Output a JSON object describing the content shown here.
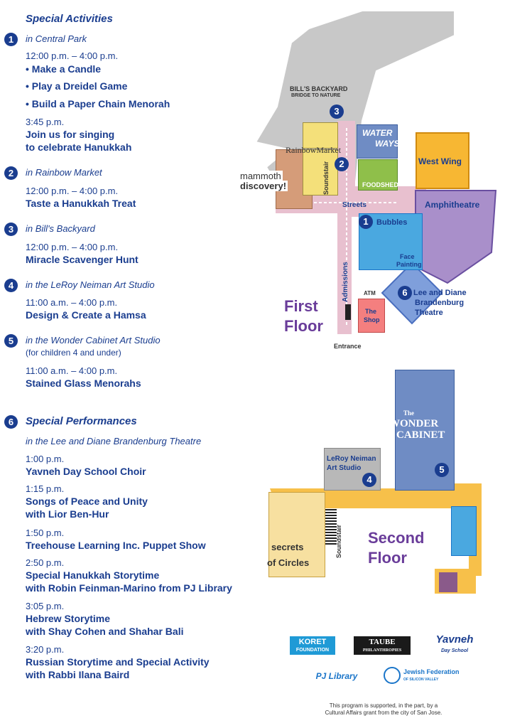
{
  "activities": {
    "title": "Special Activities",
    "sections": [
      {
        "num": "1",
        "location": "in Central Park"
      },
      {
        "num": "2",
        "location": "in Rainbow Market"
      },
      {
        "num": "3",
        "location": "in Bill's Backyard"
      },
      {
        "num": "4",
        "location": "in the LeRoy Neiman Art Studio"
      },
      {
        "num": "5",
        "location": "in the Wonder Cabinet Art Studio"
      }
    ],
    "central_park": {
      "time1": "12:00 p.m. – 4:00 p.m.",
      "bullets": [
        "• Make a Candle",
        "• Play a Dreidel Game",
        "• Build a Paper Chain Menorah"
      ],
      "time2": "3:45 p.m.",
      "activity2_line1": "Join us for singing",
      "activity2_line2": "to celebrate Hanukkah"
    },
    "rainbow_market": {
      "time": "12:00 p.m. – 4:00 p.m.",
      "activity": "Taste a Hanukkah Treat"
    },
    "bills_backyard": {
      "time": "12:00 p.m. – 4:00 p.m.",
      "activity": "Miracle Scavenger Hunt"
    },
    "leroy": {
      "time": "11:00 a.m. – 4:00 p.m.",
      "activity": "Design & Create a Hamsa"
    },
    "wonder": {
      "note": "(for children 4 and under)",
      "time": "11:00 a.m. – 4:00 p.m.",
      "activity": "Stained Glass Menorahs"
    }
  },
  "performances": {
    "num": "6",
    "title": "Special Performances",
    "location": "in the Lee and Diane Brandenburg Theatre",
    "items": [
      {
        "time": "1:00 p.m.",
        "line1": "Yavneh Day School Choir",
        "line2": ""
      },
      {
        "time": "1:15 p.m.",
        "line1": "Songs of Peace and Unity",
        "line2": "with Lior Ben-Hur"
      },
      {
        "time": "1:50 p.m.",
        "line1": "Treehouse Learning Inc. Puppet Show",
        "line2": ""
      },
      {
        "time": "2:50 p.m.",
        "line1": "Special Hanukkah Storytime",
        "line2": "with Robin Feinman-Marino from PJ Library"
      },
      {
        "time": "3:05 p.m.",
        "line1": "Hebrew Storytime",
        "line2": "with Shay Cohen and Shahar Bali"
      },
      {
        "time": "3:20 p.m.",
        "line1": "Russian Storytime and Special Activity",
        "line2": "with Rabbi Ilana Baird"
      }
    ]
  },
  "map": {
    "first_floor_line1": "First",
    "first_floor_line2": "Floor",
    "second_floor_line1": "Second",
    "second_floor_line2": "Floor",
    "bills_backyard": "BILL'S BACKYARD",
    "bills_sub": "BRIDGE TO NATURE",
    "rainbow_market": "RainbowMarket",
    "soundstair": "Soundstair",
    "mammoth": "mammoth",
    "discovery": "discovery!",
    "waterways_1": "WATER",
    "waterways_2": "WAYS",
    "foodshed": "FOODSHED",
    "west_wing": "West Wing",
    "amphitheatre": "Amphitheatre",
    "streets": "Streets",
    "bubbles": "Bubbles",
    "face_painting_1": "Face",
    "face_painting_2": "Painting",
    "admissions": "Admissions",
    "atm": "ATM",
    "the_shop_1": "The",
    "the_shop_2": "Shop",
    "theatre_1": "Lee and Diane",
    "theatre_2": "Brandenburg",
    "theatre_3": "Theatre",
    "entrance": "Entrance",
    "wonder_1": "The",
    "wonder_2": "WONDER",
    "wonder_3": "CABINET",
    "leroy_1": "LeRoy Neiman",
    "leroy_2": "Art Studio",
    "secrets_1": "secrets",
    "secrets_2": "of Circles",
    "soundstair2": "Soundstair"
  },
  "sponsors": {
    "koret_1": "KORET",
    "koret_2": "FOUNDATION",
    "taube": "TAUBE",
    "taube_2": "PHILANTHROPIES",
    "yavneh": "Yavneh",
    "yavneh_2": "Day School",
    "pj": "PJ Library",
    "jf_1": "Jewish Federation",
    "jf_2": "OF SILICON VALLEY"
  },
  "footer": {
    "line1": "This program is supported, in the part, by a",
    "line2": "Cultural Affairs grant from the city of San Jose."
  }
}
